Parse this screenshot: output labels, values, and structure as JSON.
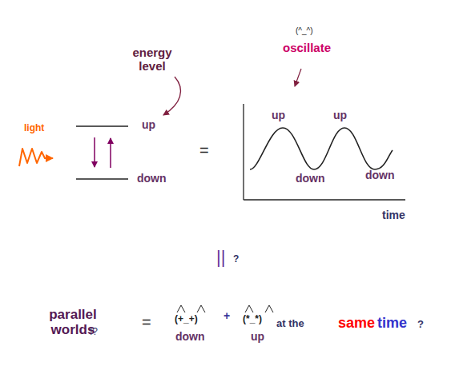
{
  "diagram": {
    "labels": [
      "(^_^)",
      "oscillate",
      "energy level",
      "light",
      "up",
      "down",
      "=",
      "up",
      "up",
      "down",
      "down",
      "time",
      "||",
      "?",
      "parallel worlds",
      "!?",
      "=",
      "(+_+)",
      "down",
      "+",
      "(*_*)",
      "up",
      "at the",
      "same",
      "time",
      "?"
    ]
  }
}
